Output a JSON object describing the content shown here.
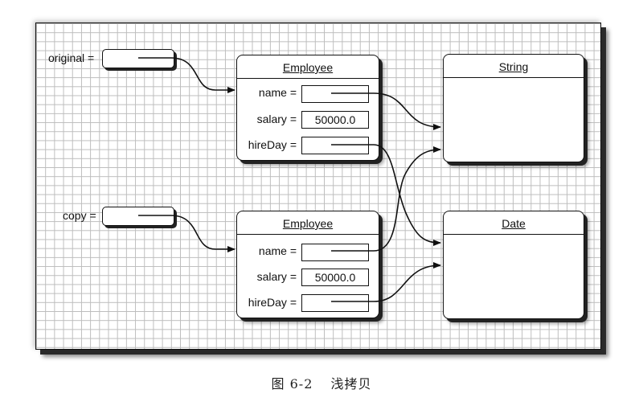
{
  "diagram": {
    "variables": {
      "original_label": "original =",
      "copy_label": "copy ="
    },
    "employee_original": {
      "class_name": "Employee",
      "name_label": "name =",
      "salary_label": "salary =",
      "salary_value": "50000.0",
      "hireday_label": "hireDay ="
    },
    "employee_copy": {
      "class_name": "Employee",
      "name_label": "name =",
      "salary_label": "salary =",
      "salary_value": "50000.0",
      "hireday_label": "hireDay ="
    },
    "string_object": {
      "class_name": "String"
    },
    "date_object": {
      "class_name": "Date"
    }
  },
  "caption": {
    "figure_number": "图 6-2",
    "title": "浅拷贝"
  }
}
